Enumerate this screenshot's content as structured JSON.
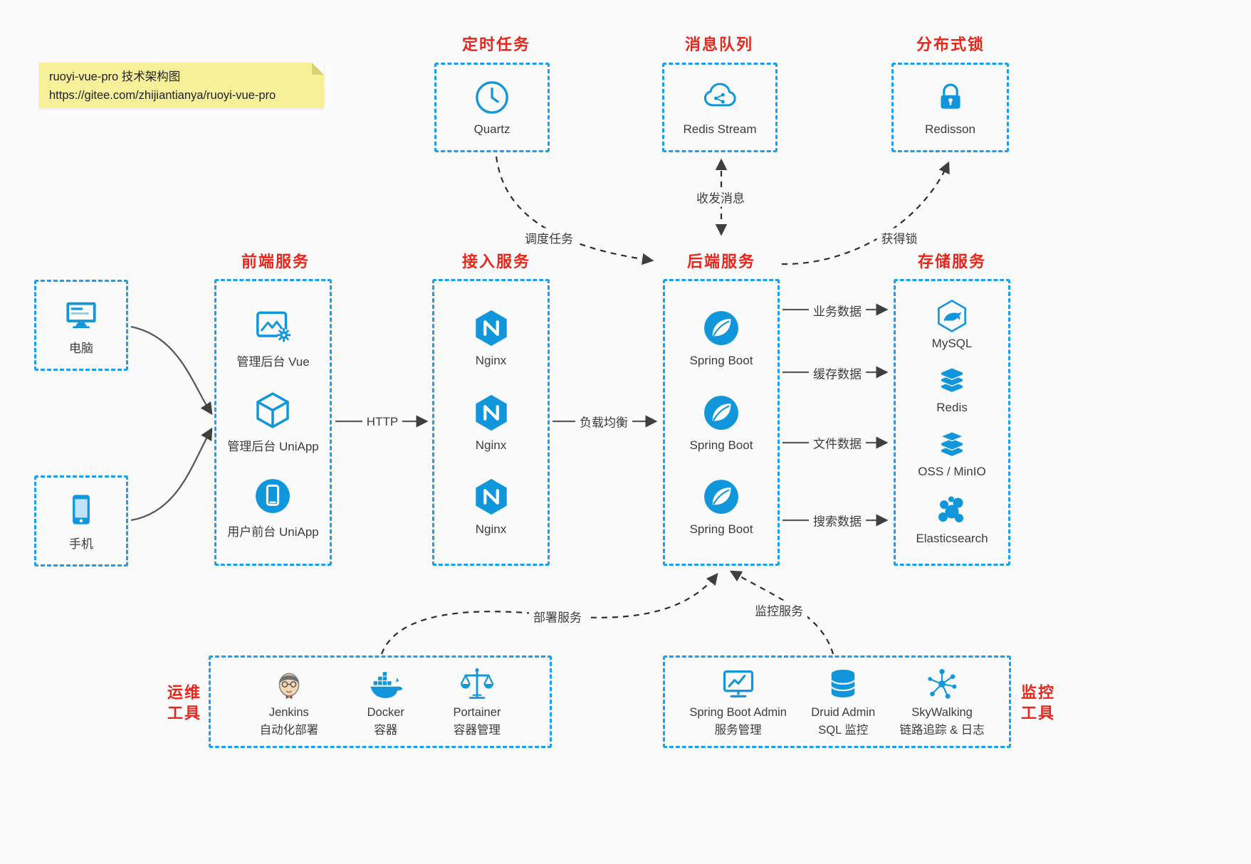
{
  "note": {
    "line1": "ruoyi-vue-pro 技术架构图",
    "line2": "https://gitee.com/zhijiantianya/ruoyi-vue-pro"
  },
  "top_groups": [
    {
      "title": "定时任务",
      "icon": "clock-icon",
      "label": "Quartz"
    },
    {
      "title": "消息队列",
      "icon": "redis-stream-cloud-icon",
      "label": "Redis Stream"
    },
    {
      "title": "分布式锁",
      "icon": "lock-icon",
      "label": "Redisson"
    }
  ],
  "clients": [
    {
      "icon": "desktop-icon",
      "label": "电脑"
    },
    {
      "icon": "mobile-icon",
      "label": "手机"
    }
  ],
  "columns": [
    {
      "title": "前端服务",
      "items": [
        {
          "icon": "vue-admin-icon",
          "label": "管理后台 Vue"
        },
        {
          "icon": "uniapp-admin-icon",
          "label": "管理后台 UniApp"
        },
        {
          "icon": "uniapp-user-icon",
          "label": "用户前台 UniApp"
        }
      ]
    },
    {
      "title": "接入服务",
      "items": [
        {
          "icon": "nginx-icon",
          "label": "Nginx"
        },
        {
          "icon": "nginx-icon",
          "label": "Nginx"
        },
        {
          "icon": "nginx-icon",
          "label": "Nginx"
        }
      ]
    },
    {
      "title": "后端服务",
      "items": [
        {
          "icon": "spring-boot-icon",
          "label": "Spring Boot"
        },
        {
          "icon": "spring-boot-icon",
          "label": "Spring Boot"
        },
        {
          "icon": "spring-boot-icon",
          "label": "Spring Boot"
        }
      ]
    },
    {
      "title": "存储服务",
      "items": [
        {
          "icon": "mysql-icon",
          "label": "MySQL"
        },
        {
          "icon": "redis-icon",
          "label": "Redis"
        },
        {
          "icon": "oss-minio-icon",
          "label": "OSS / MinIO"
        },
        {
          "icon": "elasticsearch-icon",
          "label": "Elasticsearch"
        }
      ]
    }
  ],
  "edges": {
    "http": "HTTP",
    "load_balance": "负载均衡",
    "business_data": "业务数据",
    "cache_data": "缓存数据",
    "file_data": "文件数据",
    "search_data": "搜索数据",
    "schedule_task": "调度任务",
    "send_receive_msg": "收发消息",
    "acquire_lock": "获得锁",
    "deploy_service": "部署服务",
    "monitor_service": "监控服务"
  },
  "ops": {
    "side_label_line1": "运维",
    "side_label_line2": "工具",
    "items": [
      {
        "icon": "jenkins-icon",
        "label_line1": "Jenkins",
        "label_line2": "自动化部署"
      },
      {
        "icon": "docker-icon",
        "label_line1": "Docker",
        "label_line2": "容器"
      },
      {
        "icon": "portainer-icon",
        "label_line1": "Portainer",
        "label_line2": "容器管理"
      }
    ]
  },
  "monitoring": {
    "side_label_line1": "监控",
    "side_label_line2": "工具",
    "items": [
      {
        "icon": "spring-boot-admin-icon",
        "label_line1": "Spring Boot Admin",
        "label_line2": "服务管理"
      },
      {
        "icon": "druid-icon",
        "label_line1": "Druid Admin",
        "label_line2": "SQL 监控"
      },
      {
        "icon": "skywalking-icon",
        "label_line1": "SkyWalking",
        "label_line2": "链路追踪 & 日志"
      }
    ]
  },
  "colors": {
    "accent_blue": "#1296db",
    "accent_red": "#e8261c",
    "note_yellow": "#f6f099",
    "connector_gray": "#3f3f3f"
  }
}
